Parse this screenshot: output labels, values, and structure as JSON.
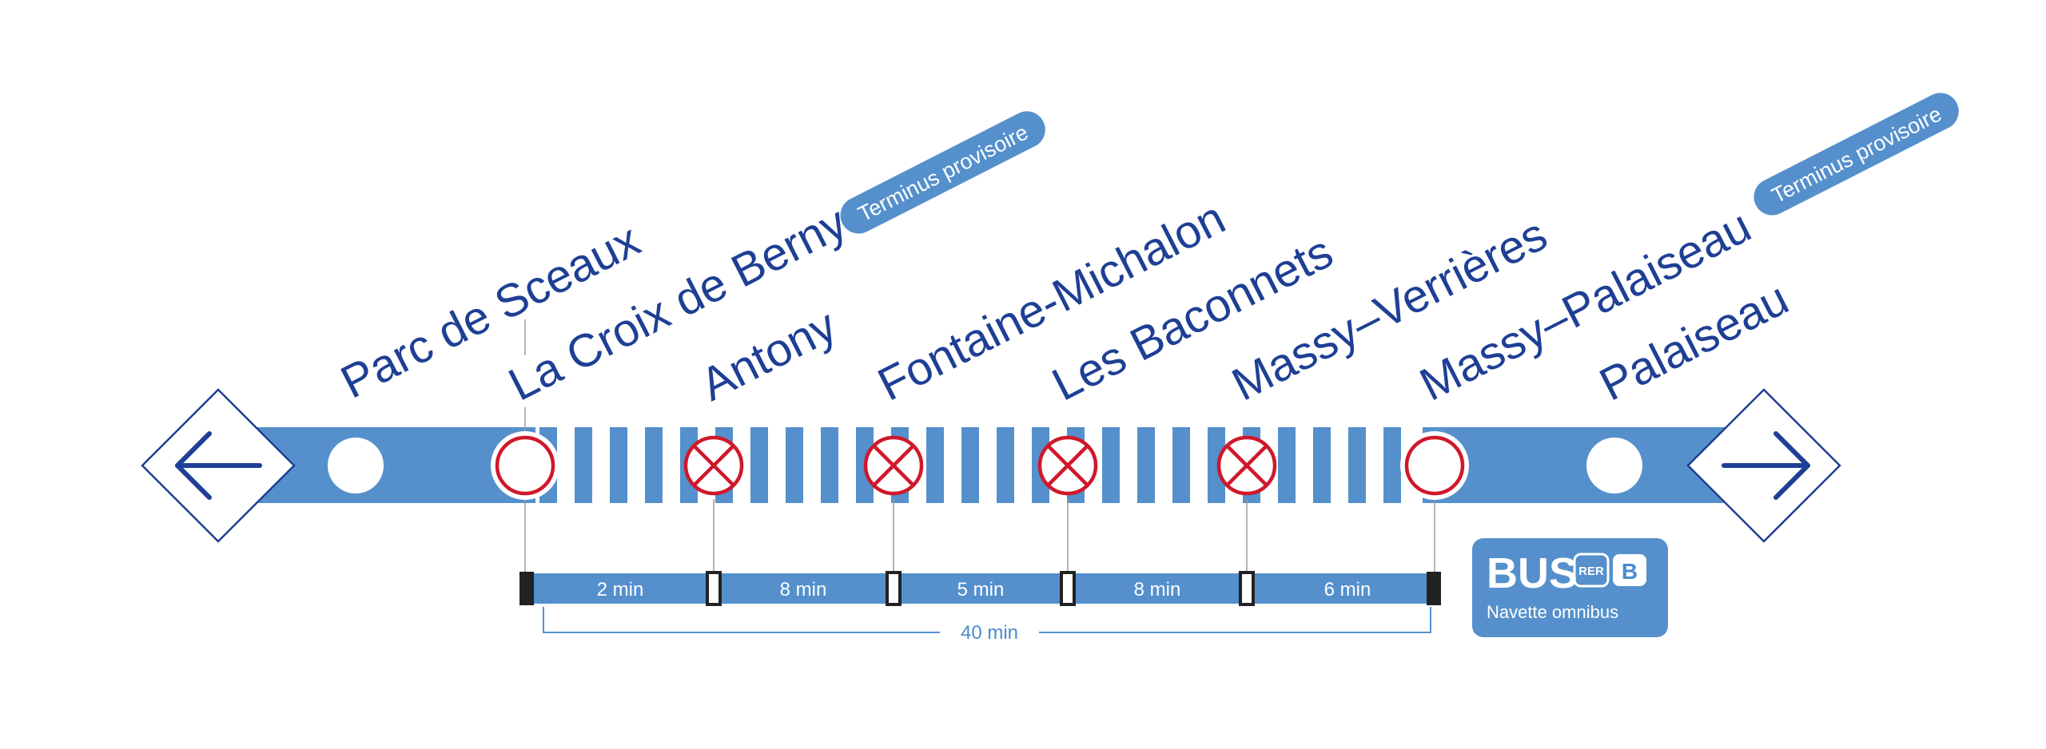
{
  "colors": {
    "line_blue": "#5590cc",
    "name_blue": "#1e3f94",
    "closed_red": "#d0182a",
    "marker_black": "#222222"
  },
  "direction_left_icon": "arrow-left-icon",
  "direction_right_icon": "arrow-right-icon",
  "stations": [
    {
      "name": "Parc de Sceaux",
      "status": "served"
    },
    {
      "name": "La Croix de Berny",
      "status": "terminus"
    },
    {
      "name": "Antony",
      "status": "closed"
    },
    {
      "name": "Fontaine-Michalon",
      "status": "closed"
    },
    {
      "name": "Les Baconnets",
      "status": "closed"
    },
    {
      "name": "Massy–Verrières",
      "status": "closed"
    },
    {
      "name": "Massy–Palaiseau",
      "status": "terminus"
    },
    {
      "name": "Palaiseau",
      "status": "served"
    }
  ],
  "tags": [
    {
      "label": "Terminus provisoire"
    },
    {
      "label": "Terminus provisoire"
    }
  ],
  "segments": [
    {
      "label": "2 min"
    },
    {
      "label": "8 min"
    },
    {
      "label": "5 min"
    },
    {
      "label": "8 min"
    },
    {
      "label": "6 min"
    }
  ],
  "total": {
    "label": "40 min"
  },
  "bus_box": {
    "title": "BUS",
    "rer_label": "RER",
    "line_letter": "B",
    "subtitle": "Navette omnibus"
  }
}
